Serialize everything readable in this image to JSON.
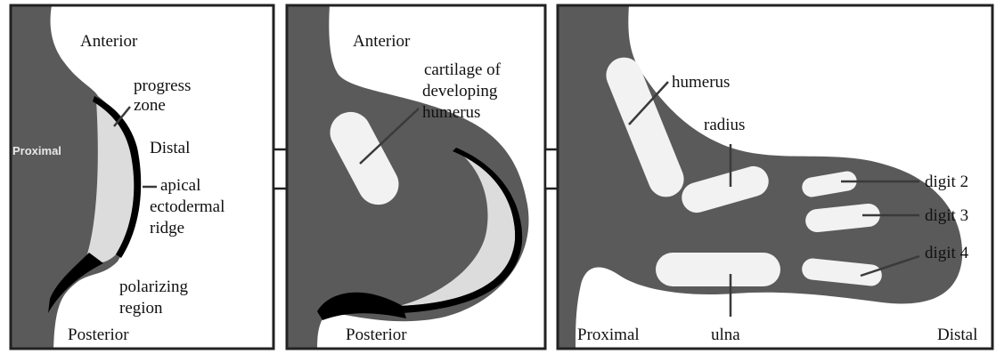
{
  "colors": {
    "tissue": "#5a5a5a",
    "cartilage": "#f2f2f2",
    "progress_zone": "#dcdcdc",
    "ridge": "#000000",
    "panel_border": "#222222",
    "leader": "#3a3a3a"
  },
  "panels": [
    {
      "id": "stage-1",
      "label_proximal": "Proximal",
      "label_anterior": "Anterior",
      "label_posterior": "Posterior",
      "label_progress": [
        "progress",
        "zone"
      ],
      "label_distal": "Distal",
      "label_ridge": [
        "apical",
        "ectodermal",
        "ridge"
      ],
      "label_polarizing": [
        "polarizing",
        "region"
      ]
    },
    {
      "id": "stage-2",
      "label_anterior": "Anterior",
      "label_posterior": "Posterior",
      "label_cartilage": [
        "cartilage of",
        "developing",
        "humerus"
      ]
    },
    {
      "id": "stage-3",
      "label_humerus": "humerus",
      "label_radius": "radius",
      "label_ulna": "ulna",
      "label_digit2": "digit 2",
      "label_digit3": "digit 3",
      "label_digit4": "digit 4",
      "label_proximal": "Proximal",
      "label_distal": "Distal"
    }
  ]
}
